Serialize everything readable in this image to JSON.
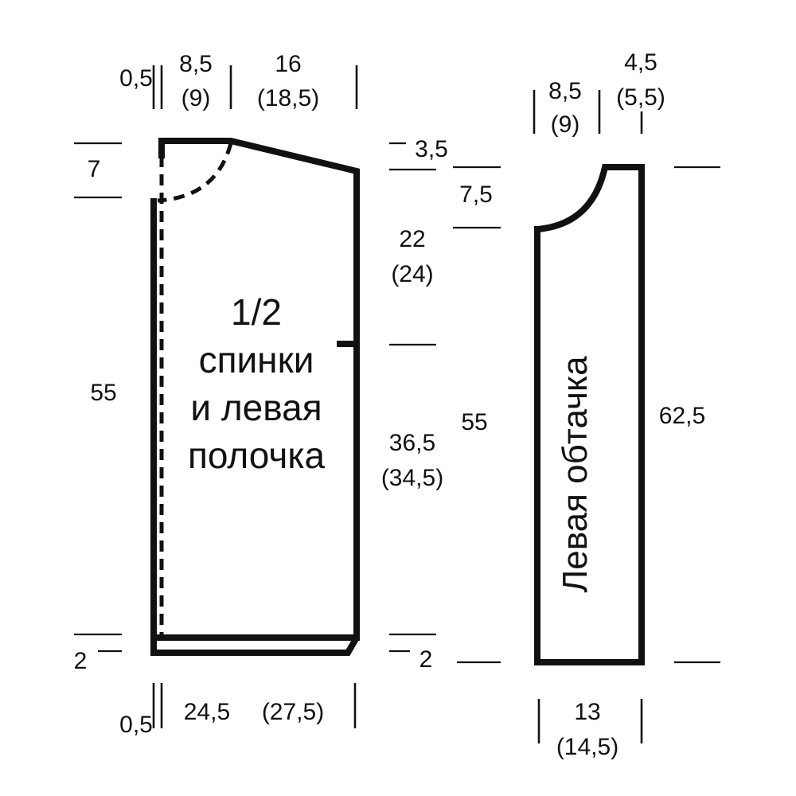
{
  "back": {
    "name_line1": "1/2",
    "name_line2": "спинки",
    "name_line3": "и левая",
    "name_line4": "полочка",
    "dim_top_edge": "0,5",
    "dim_neck_w": "8,5",
    "dim_neck_w_alt": "(9)",
    "dim_shoulder_w": "16",
    "dim_shoulder_w_alt": "(18,5)",
    "dim_neck_depth": "7",
    "dim_shoulder_slope": "3,5",
    "dim_armhole": "22",
    "dim_armhole_alt": "(24)",
    "dim_side": "36,5",
    "dim_side_alt": "(34,5)",
    "dim_height_left": "55",
    "dim_height_right": "55",
    "dim_band_left": "2",
    "dim_band_right": "2",
    "dim_bottom_edge": "0,5",
    "dim_width": "24,5",
    "dim_width_alt": "(27,5)"
  },
  "facing": {
    "name": "Левая обтачка",
    "dim_neck_w": "8,5",
    "dim_neck_w_alt": "(9)",
    "dim_top_w": "4,5",
    "dim_top_w_alt": "(5,5)",
    "dim_neck_depth": "7,5",
    "dim_height": "62,5",
    "dim_width": "13",
    "dim_width_alt": "(14,5)"
  }
}
